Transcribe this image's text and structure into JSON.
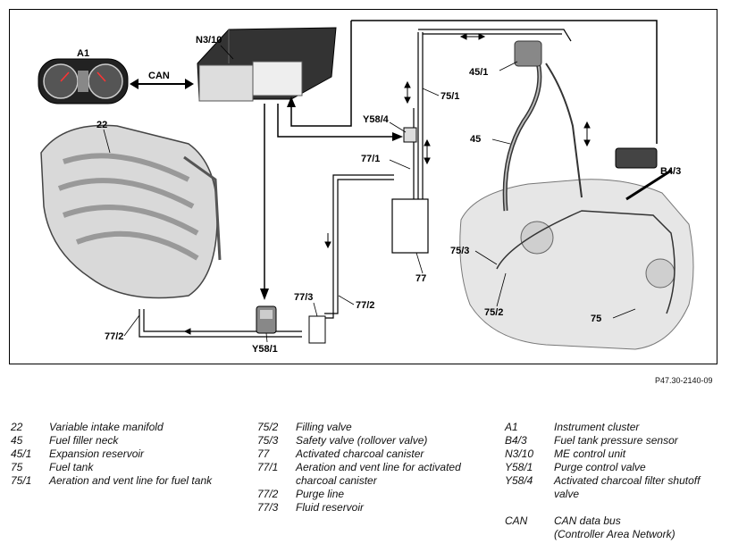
{
  "diagram": {
    "labels": {
      "a1": "A1",
      "can": "CAN",
      "n3_10": "N3/10",
      "n22": "22",
      "y58_4": "Y58/4",
      "n75_1": "75/1",
      "n77_1": "77/1",
      "n77": "77",
      "n77_3": "77/3",
      "n77_2": "77/2",
      "y58_1": "Y58/1",
      "n77_2b": "77/2",
      "n45_1": "45/1",
      "n45": "45",
      "b4_3": "B4/3",
      "n75_3": "75/3",
      "n75_2": "75/2",
      "n75": "75"
    }
  },
  "reference": "P47.30-2140-09",
  "legend": {
    "col1": [
      {
        "code": "22",
        "desc": [
          "Variable intake manifold"
        ]
      },
      {
        "code": "45",
        "desc": [
          "Fuel filler neck"
        ]
      },
      {
        "code": "45/1",
        "desc": [
          "Expansion reservoir"
        ]
      },
      {
        "code": "75",
        "desc": [
          "Fuel tank"
        ]
      },
      {
        "code": "75/1",
        "desc": [
          "Aeration and vent line for fuel tank"
        ]
      }
    ],
    "col2": [
      {
        "code": "75/2",
        "desc": [
          "Filling valve"
        ]
      },
      {
        "code": "75/3",
        "desc": [
          "Safety valve (rollover valve)"
        ]
      },
      {
        "code": "77",
        "desc": [
          "Activated charcoal canister"
        ]
      },
      {
        "code": "77/1",
        "desc": [
          "Aeration and vent line for activated",
          "charcoal canister"
        ]
      },
      {
        "code": "77/2",
        "desc": [
          "Purge line"
        ]
      },
      {
        "code": "77/3",
        "desc": [
          "Fluid reservoir"
        ]
      }
    ],
    "col3": [
      {
        "code": "A1",
        "desc": [
          "Instrument cluster"
        ]
      },
      {
        "code": "B4/3",
        "desc": [
          "Fuel tank pressure sensor"
        ]
      },
      {
        "code": "N3/10",
        "desc": [
          "ME control unit"
        ]
      },
      {
        "code": "Y58/1",
        "desc": [
          "Purge control valve"
        ]
      },
      {
        "code": "Y58/4",
        "desc": [
          "Activated charcoal filter shutoff",
          "valve"
        ]
      }
    ],
    "col3_extra": {
      "code": "CAN",
      "desc": [
        "CAN data bus",
        "(Controller Area Network)"
      ]
    }
  }
}
